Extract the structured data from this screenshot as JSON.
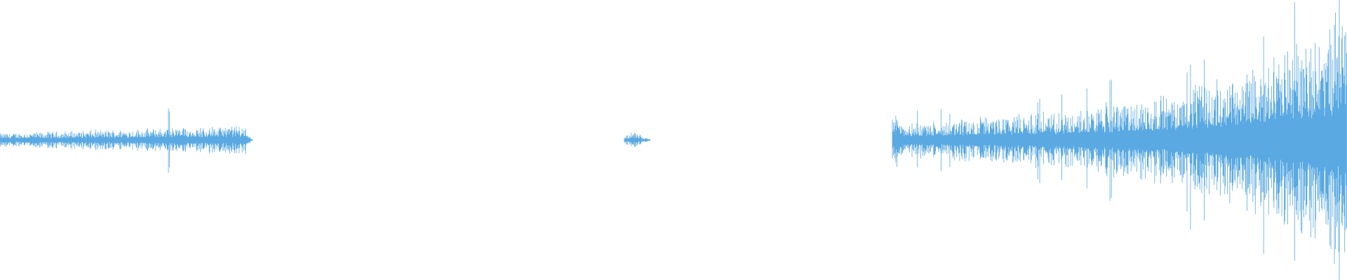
{
  "waveform": {
    "color": "#5aa9e2",
    "background": "#ffffff",
    "duration_fraction_segments": [
      {
        "start": 0.0,
        "end": 0.1875,
        "peak": 0.1,
        "envelope": "flat-growing",
        "spike": 0.68
      },
      {
        "start": 0.4635,
        "end": 0.4828,
        "peak": 0.06,
        "envelope": "diamond"
      },
      {
        "start": 0.6625,
        "end": 1.0,
        "peak": 0.88,
        "envelope": "rising"
      }
    ]
  }
}
